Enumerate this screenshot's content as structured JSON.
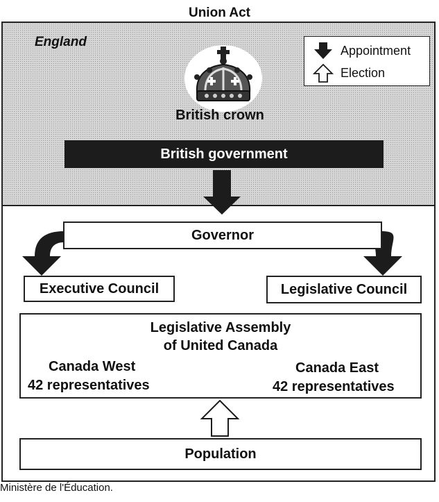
{
  "title": "Union Act",
  "england": {
    "label": "England",
    "crown_label": "British crown",
    "government_label": "British government"
  },
  "legend": {
    "appointment_label": "Appointment",
    "election_label": "Election"
  },
  "colony": {
    "governor_label": "Governor",
    "executive_council_label": "Executive Council",
    "legislative_council_label": "Legislative Council",
    "assembly": {
      "title_line1": "Legislative Assembly",
      "title_line2": "of United Canada",
      "west_name": "Canada West",
      "west_reps": "42 representatives",
      "east_name": "Canada East",
      "east_reps": "42 representatives"
    },
    "population_label": "Population"
  },
  "credit": "Ministère de l'Éducation."
}
